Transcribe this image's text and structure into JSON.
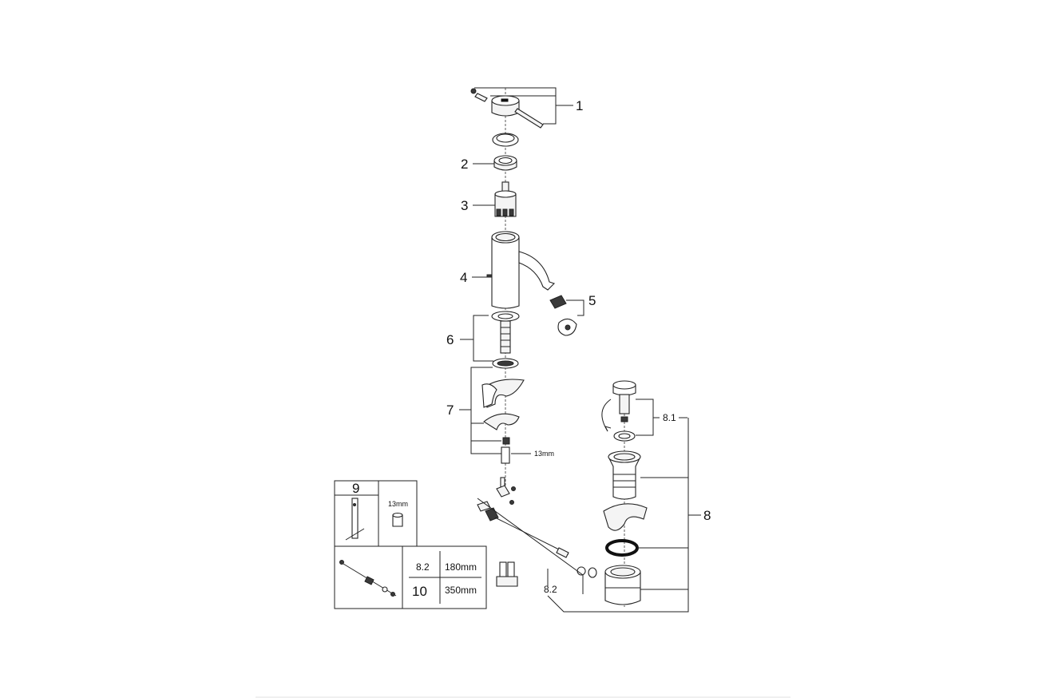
{
  "callouts": {
    "c1": "1",
    "c2": "2",
    "c3": "3",
    "c4": "4",
    "c5": "5",
    "c6": "6",
    "c7": "7",
    "c8": "8",
    "c81": "8.1",
    "c82": "8.2"
  },
  "wrench_label": "13mm",
  "table9": {
    "title": "9",
    "wrench": "13mm"
  },
  "table10": {
    "r1_code": "8.2",
    "r1_len": "180mm",
    "r2_code": "10",
    "r2_len": "350mm"
  }
}
